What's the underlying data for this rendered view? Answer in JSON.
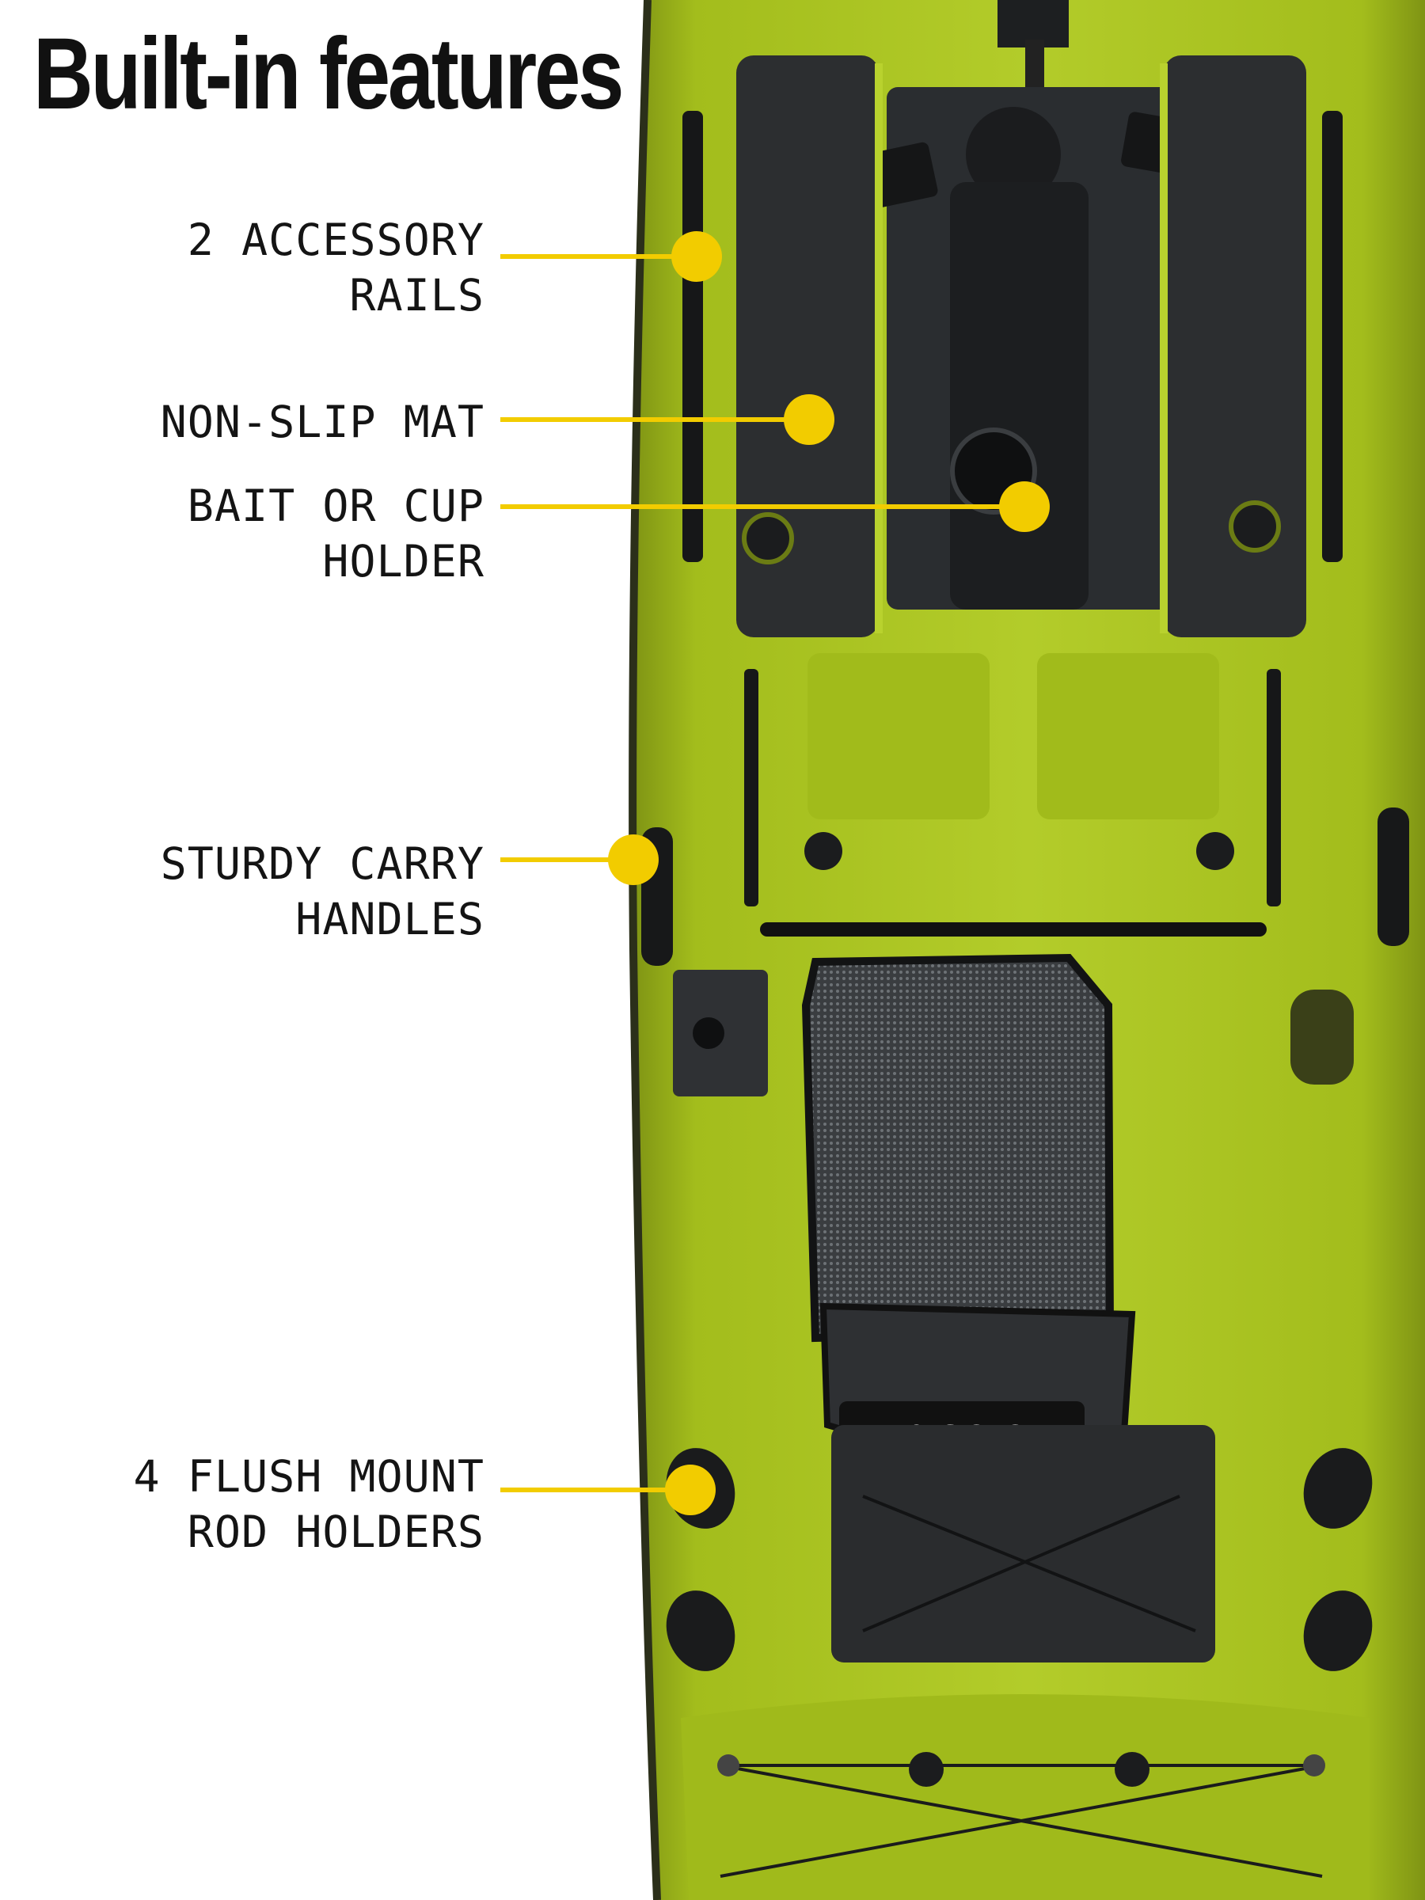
{
  "title": "Built-in features",
  "accent_color": "#f2cc00",
  "hull_color": "#a9c41e",
  "callouts": [
    {
      "lines": [
        "2 ACCESSORY",
        "RAILS"
      ]
    },
    {
      "lines": [
        "NON-SLIP MAT"
      ]
    },
    {
      "lines": [
        "BAIT OR CUP",
        "HOLDER"
      ]
    },
    {
      "lines": [
        "STURDY CARRY",
        "HANDLES"
      ]
    },
    {
      "lines": [
        "4 FLUSH MOUNT",
        "ROD HOLDERS"
      ]
    }
  ],
  "seat_logo": "RotoCraft"
}
